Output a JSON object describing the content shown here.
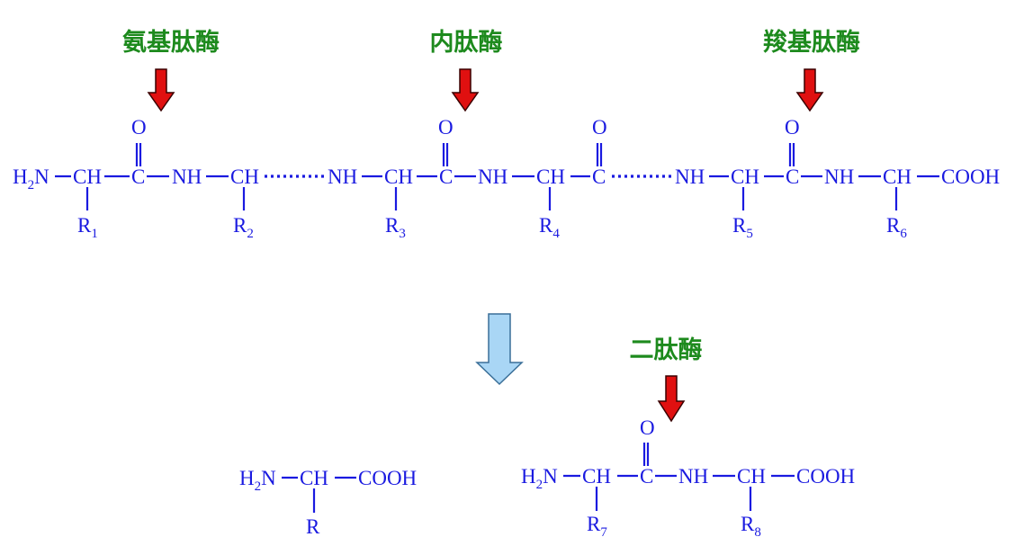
{
  "enzymes": {
    "aminopeptidase": "氨基肽酶",
    "endopeptidase": "内肽酶",
    "carboxypeptidase": "羧基肽酶",
    "dipeptidase": "二肽酶"
  },
  "groups": {
    "h": "H",
    "two": "2",
    "n": "N",
    "ch": "CH",
    "c": "C",
    "o": "O",
    "nh": "NH",
    "cooh": "COOH",
    "r": "R"
  },
  "subscripts": [
    "1",
    "2",
    "3",
    "4",
    "5",
    "6",
    "7",
    "8"
  ],
  "colors": {
    "structure": "#1a1ae0",
    "enzyme_label": "#1d8a1d",
    "cleavage_arrow": "#e01010",
    "process_arrow": "#a9d6f5"
  }
}
